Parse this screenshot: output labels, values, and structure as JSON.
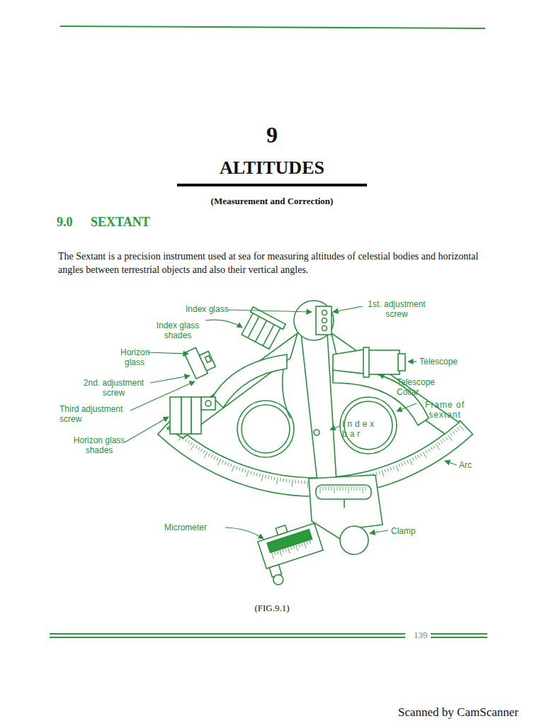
{
  "diagram": {
    "title": "ALTITUDES",
    "caption": "(FIG.9.1)",
    "labels": [
      "9",
      "(Measurement and Correction)",
      "9.0",
      "SEXTANT",
      "The Sextant is a precision instrument used at sea for measuring altitudes of celestial bodies and horizontal angles between terrestrial objects and also their vertical angles.",
      "Index glass",
      "Index glass shades",
      "Horizon glass",
      "2nd. adjustment screw",
      "Third adjustment screw",
      "Horizon glass shades",
      "1st. adjustment screw",
      "Telescope",
      "Telescope Collar",
      "Frame of sextant",
      "Index bar",
      "Arc",
      "Micrometer",
      "Clamp",
      "139",
      "Scanned by CamScanner"
    ]
  }
}
